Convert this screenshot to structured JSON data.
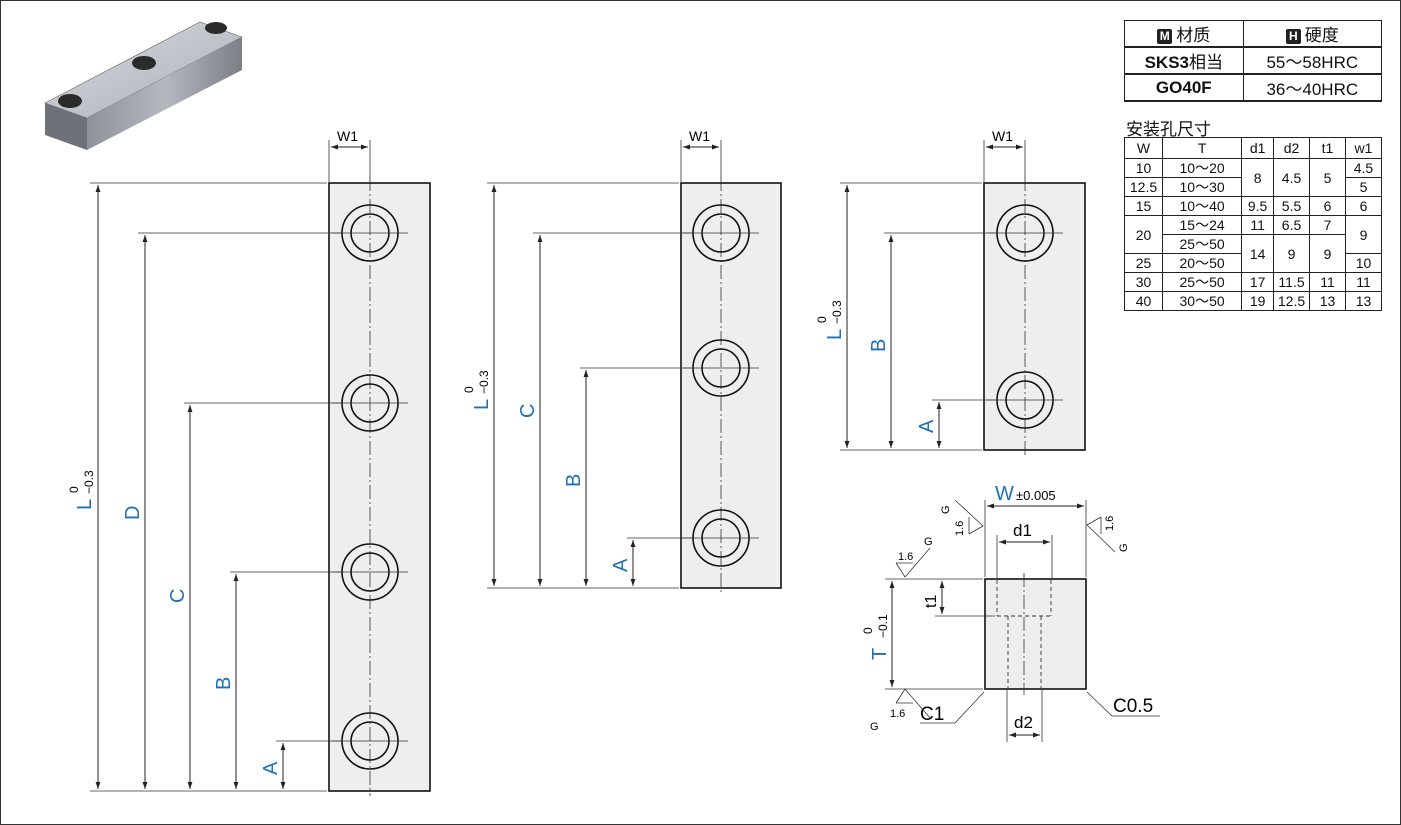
{
  "material_table": {
    "header_material": "材质",
    "header_hardness": "硬度",
    "badge_m": "M",
    "badge_h": "H",
    "rows": [
      {
        "material_bold": "SKS3",
        "material_suffix": "相当",
        "hardness": "55～58HRC"
      },
      {
        "material_bold": "GO40F",
        "material_suffix": "",
        "hardness": "36～40HRC"
      }
    ]
  },
  "hole_table": {
    "title": "安装孔尺寸",
    "headers": [
      "W",
      "T",
      "d1",
      "d2",
      "t1",
      "w1"
    ],
    "cells": {
      "r1_W": "10",
      "r1_T": "10～20",
      "r1_d1": "8",
      "r1_d2": "4.5",
      "r1_t1": "5",
      "r1_w1": "4.5",
      "r2_W": "12.5",
      "r2_T": "10～30",
      "r2_w1": "5",
      "r3_W": "15",
      "r3_T": "10～40",
      "r3_d1": "9.5",
      "r3_d2": "5.5",
      "r3_t1": "6",
      "r3_w1": "6",
      "r4_W": "20",
      "r4_T": "15～24",
      "r4_d1": "11",
      "r4_d2": "6.5",
      "r4_t1": "7",
      "r4_w1": "9",
      "r5_T": "25～50",
      "r5_d1": "14",
      "r5_d2": "9",
      "r5_t1": "9",
      "r6_W": "25",
      "r6_T": "20～50",
      "r6_w1": "10",
      "r7_W": "30",
      "r7_T": "25～50",
      "r7_d1": "17",
      "r7_d2": "11.5",
      "r7_t1": "11",
      "r7_w1": "11",
      "r8_W": "40",
      "r8_T": "30～50",
      "r8_d1": "19",
      "r8_d2": "12.5",
      "r8_t1": "13",
      "r8_w1": "13"
    }
  },
  "labels": {
    "w1": "W1",
    "L": "L",
    "tol_upper": "0",
    "tol_L_lower": "−0.3",
    "tol_T_lower": "−0.1",
    "A": "A",
    "B": "B",
    "C": "C",
    "D": "D",
    "W": "W",
    "W_tol": "±0.005",
    "T": "T",
    "d1": "d1",
    "d2": "d2",
    "t1": "t1",
    "C1": "C1",
    "C05": "C0.5",
    "rough": "1.6",
    "grind": "G"
  },
  "colors": {
    "dimension_letters": "#1f6fb6"
  },
  "photo": {
    "icon": "product-photo-bar-with-three-holes"
  }
}
